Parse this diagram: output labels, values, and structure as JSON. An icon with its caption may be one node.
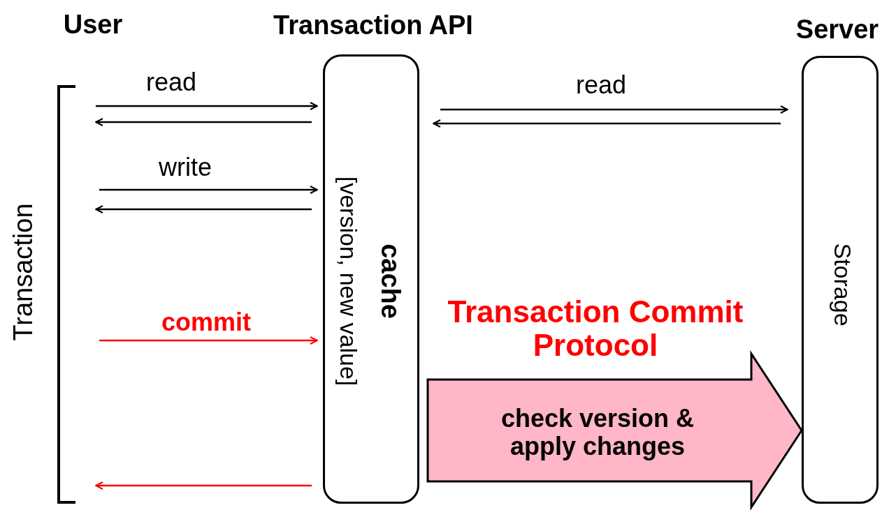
{
  "diagram": {
    "nodes": [
      {
        "text": [
          "Transaction API",
          "cache",
          "[version, new value]"
        ]
      },
      {
        "text": [
          "Server",
          "Storage"
        ]
      }
    ],
    "edges": [
      {
        "from": null,
        "to": 0,
        "arrow": "to",
        "label": "read"
      },
      {
        "from": 0,
        "to": null,
        "arrow": "to"
      },
      {
        "from": null,
        "to": 0,
        "arrow": "to",
        "label": "write"
      },
      {
        "from": 0,
        "to": null,
        "arrow": "to"
      },
      {
        "from": null,
        "to": 0,
        "arrow": "to",
        "label": "commit",
        "color": "#ff0000"
      },
      {
        "from": 0,
        "to": null,
        "arrow": "to",
        "color": "#ff0000"
      },
      {
        "from": 0,
        "to": 1,
        "arrow": "to",
        "label": "read"
      },
      {
        "from": 1,
        "to": 0,
        "arrow": "to"
      },
      {
        "from": 0,
        "to": 1,
        "arrow": "to",
        "label": "check version & apply changes",
        "style": "thick",
        "color": "#ffb6c6"
      }
    ],
    "labels": [
      "User",
      "Transaction",
      "Transaction Commit Protocol"
    ]
  }
}
